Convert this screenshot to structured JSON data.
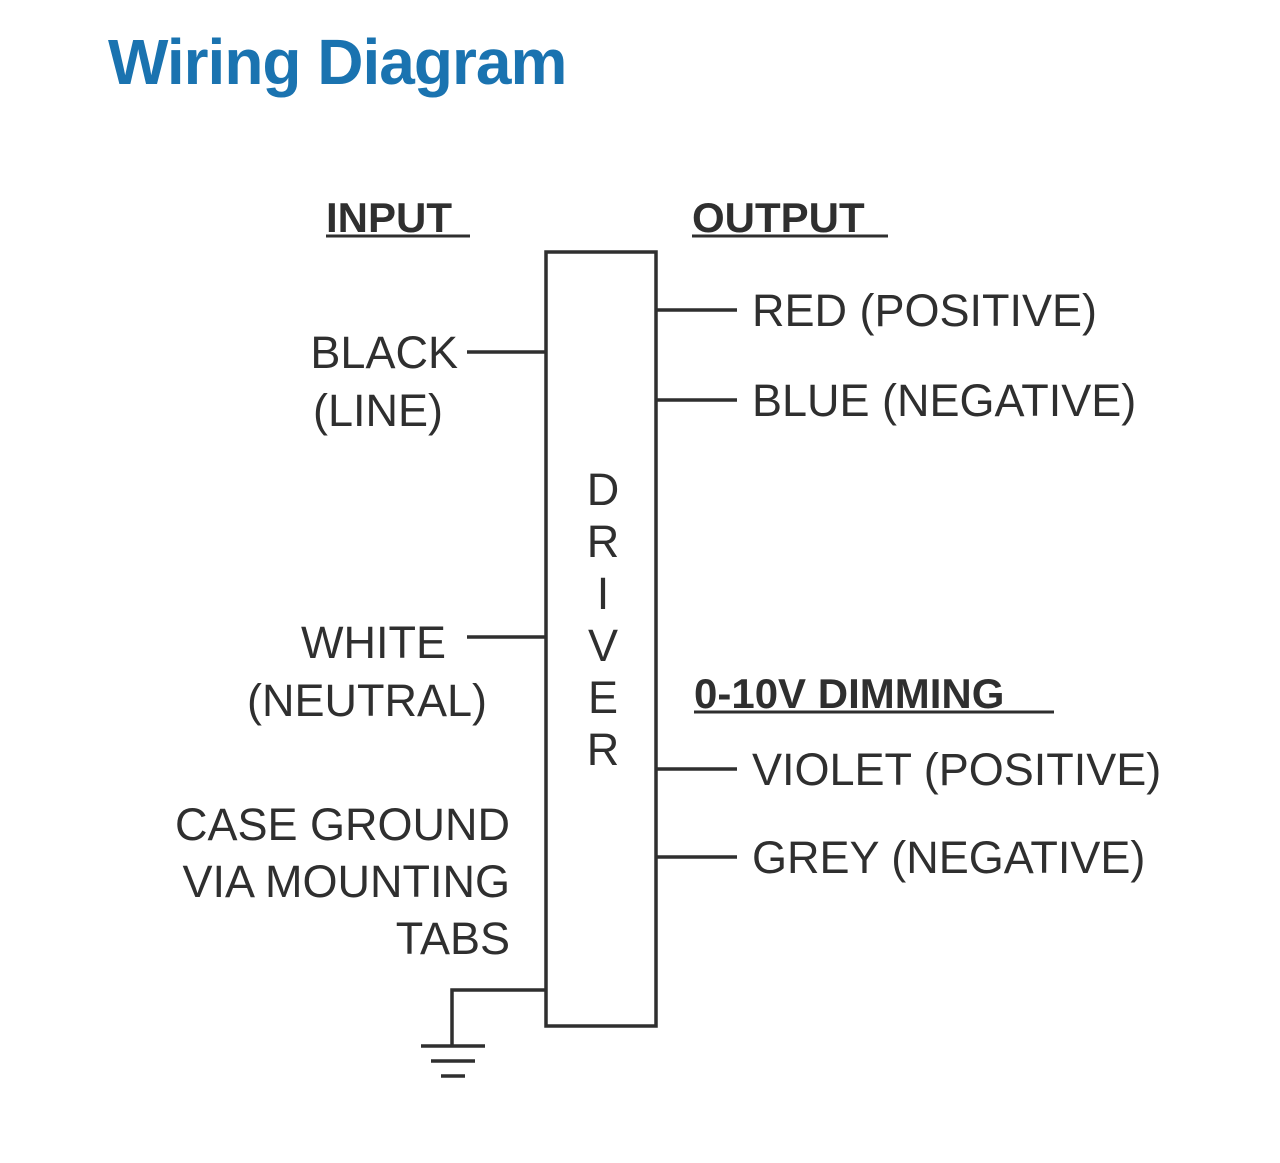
{
  "colors": {
    "title": "#1a73b0",
    "ink": "#2f2f2f",
    "background": "#ffffff"
  },
  "header": {
    "title": "Wiring Diagram"
  },
  "input": {
    "heading": "INPUT",
    "black_line1": "BLACK",
    "black_line2": "(LINE)",
    "white_line1": "WHITE",
    "white_line2": "(NEUTRAL)",
    "ground_line1": "CASE GROUND",
    "ground_line2": "VIA MOUNTING",
    "ground_line3": "TABS"
  },
  "driver": {
    "letters": [
      "D",
      "R",
      "I",
      "V",
      "E",
      "R"
    ]
  },
  "output": {
    "heading": "OUTPUT",
    "red": "RED (POSITIVE)",
    "blue": "BLUE (NEGATIVE)"
  },
  "dimming": {
    "heading": "0-10V DIMMING",
    "violet": "VIOLET (POSITIVE)",
    "grey": "GREY (NEGATIVE)"
  }
}
